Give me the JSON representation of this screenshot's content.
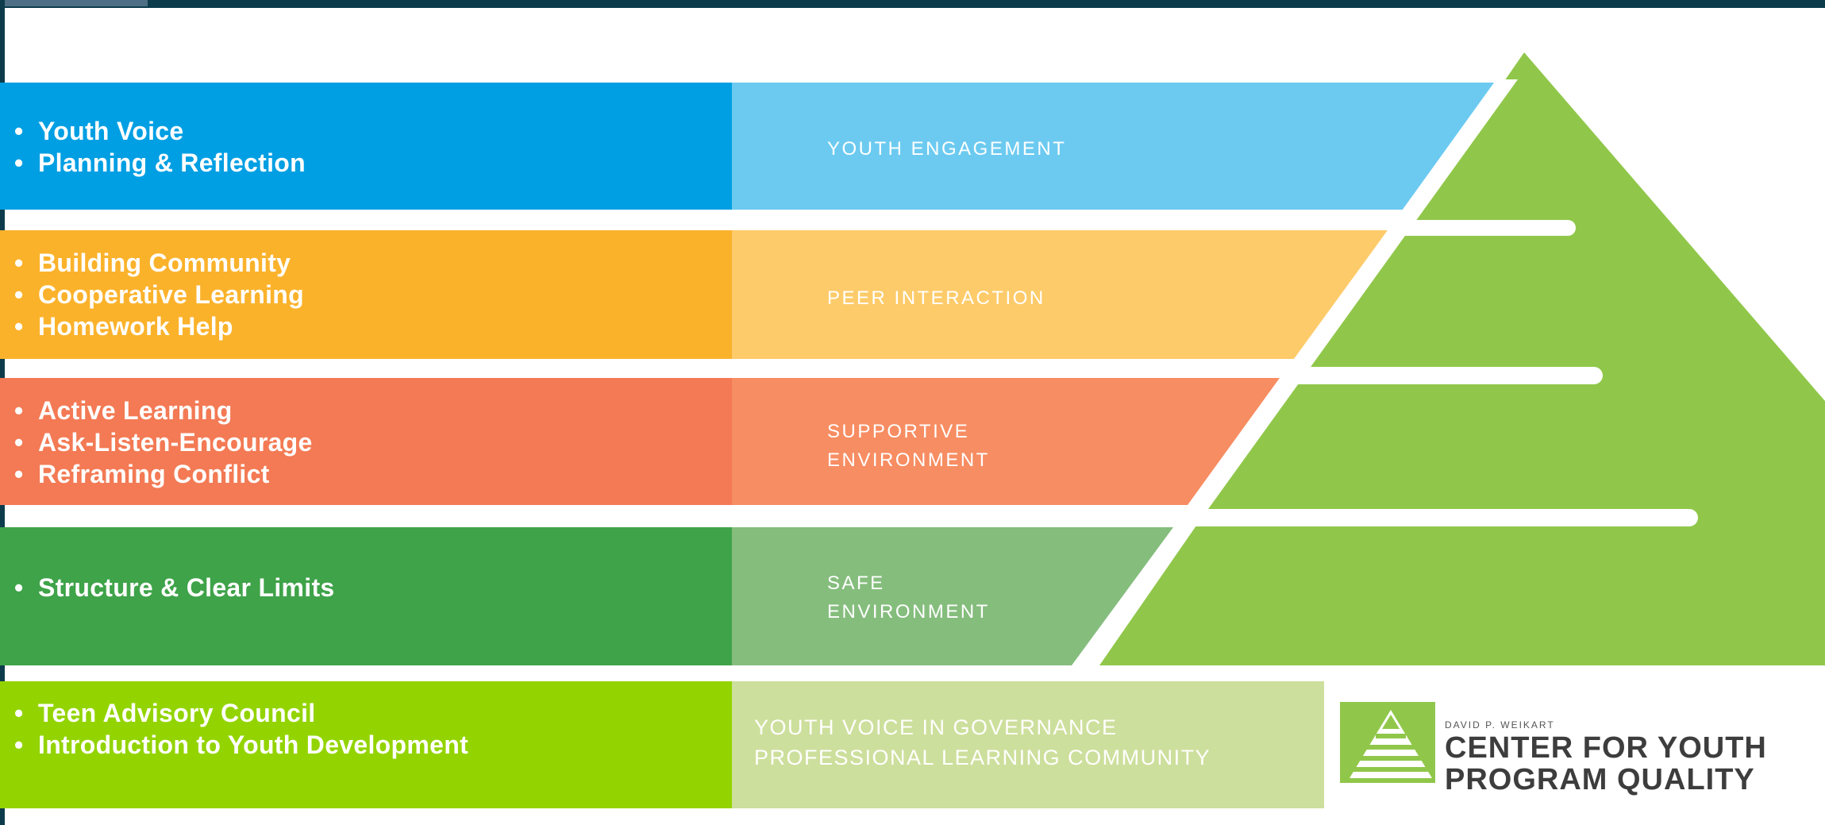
{
  "bands": [
    {
      "items": [
        "Youth Voice",
        "Planning & Reflection"
      ],
      "title_lines": [
        "YOUTH ENGAGEMENT"
      ]
    },
    {
      "items": [
        "Building Community",
        "Cooperative Learning",
        "Homework Help"
      ],
      "title_lines": [
        "PEER INTERACTION"
      ]
    },
    {
      "items": [
        "Active Learning",
        "Ask-Listen-Encourage",
        "Reframing Conflict"
      ],
      "title_lines": [
        "SUPPORTIVE",
        "ENVIRONMENT"
      ]
    },
    {
      "items": [
        "Structure & Clear Limits"
      ],
      "title_lines": [
        "SAFE",
        "ENVIRONMENT"
      ]
    },
    {
      "items": [
        "Teen Advisory Council",
        "Introduction to Youth Development"
      ],
      "title_lines": [
        "YOUTH VOICE IN GOVERNANCE",
        "PROFESSIONAL LEARNING COMMUNITY"
      ]
    }
  ],
  "bullet": "•",
  "logo": {
    "small_text": "DAVID P. WEIKART",
    "lines": [
      "CENTER FOR YOUTH",
      "PROGRAM QUALITY"
    ]
  },
  "colors": {
    "blue": "#009fe3",
    "blue_light": "#6ccaf0",
    "orange": "#fbb22b",
    "orange_light": "#fdcb6a",
    "coral": "#f37a54",
    "coral_light": "#f78d62",
    "green": "#3fa349",
    "green_light": "#85bd7d",
    "lime": "#93d400",
    "lime_light": "#cddf9c",
    "pyramid": "#90c74a",
    "frame": "#0c3c4c"
  }
}
